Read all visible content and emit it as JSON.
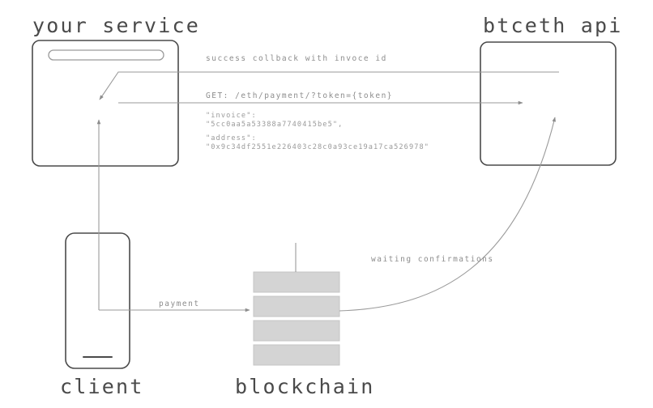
{
  "diagram": {
    "title_your_service": "your service",
    "title_btceth_api": "btceth api",
    "title_client": "client",
    "title_blockchain": "blockchain",
    "label_success_callback": "success collback with invoce id",
    "label_get_request": "GET: /eth/payment/?token={token}",
    "label_invoice_key": "\"invoice\":",
    "label_invoice_value": "\"5cc0aa5a53388a7740415be5\",",
    "label_address_key": "\"address\":",
    "label_address_value": "\"0x9c34df2551e226403c28c0a93ce19a17ca526978\"",
    "label_payment": "payment",
    "label_waiting_confirmations": "waiting confirmations",
    "colors": {
      "stroke_dark": "#4a4a4a",
      "stroke_light": "#9a9a9a",
      "block_fill": "#d4d4d4",
      "block_stroke": "#bfbfbf",
      "text_dark": "#4a4a4a",
      "text_light": "#8d8d8d",
      "background": "#ffffff"
    },
    "blockchain_blocks": [
      1,
      2,
      3,
      4
    ]
  }
}
